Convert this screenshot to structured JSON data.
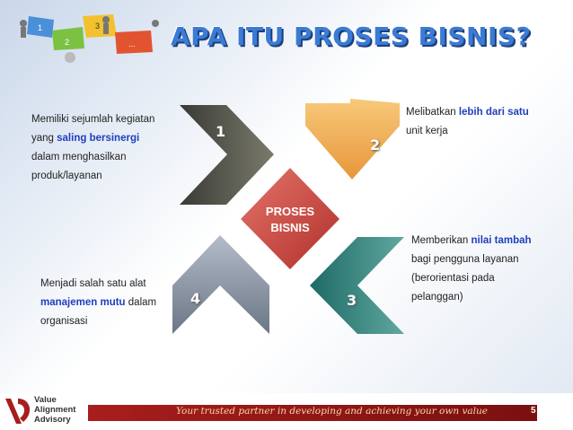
{
  "title": "APA ITU PROSES BISNIS?",
  "center": {
    "line1": "PROSES",
    "line2": "BISNIS"
  },
  "steps": [
    {
      "num": "1",
      "text_lines": [
        "Memiliki sejumlah kegiatan",
        "yang ",
        "saling bersinergi",
        "dalam menghasilkan",
        "produk/layanan"
      ]
    },
    {
      "num": "2",
      "text_lines": [
        "Melibatkan ",
        "lebih dari satu",
        "unit kerja"
      ]
    },
    {
      "num": "3",
      "text_lines": [
        "Memberikan ",
        "nilai tambah",
        "bagi pengguna layanan",
        "(berorientasi pada",
        "pelanggan)"
      ]
    },
    {
      "num": "4",
      "text_lines": [
        "Menjadi salah satu alat",
        "manajemen mutu",
        " dalam",
        "organisasi"
      ]
    }
  ],
  "top_logo_steps": [
    "1",
    "2",
    "3",
    "..."
  ],
  "footer": {
    "brand": [
      "Value",
      "Alignment",
      "Advisory"
    ],
    "tagline": "Your trusted partner in developing and achieving your own value",
    "page": "5"
  },
  "colors": {
    "title": "#3a7bd5",
    "highlight": "#1f3fbf",
    "footer": "#a81d1d"
  }
}
